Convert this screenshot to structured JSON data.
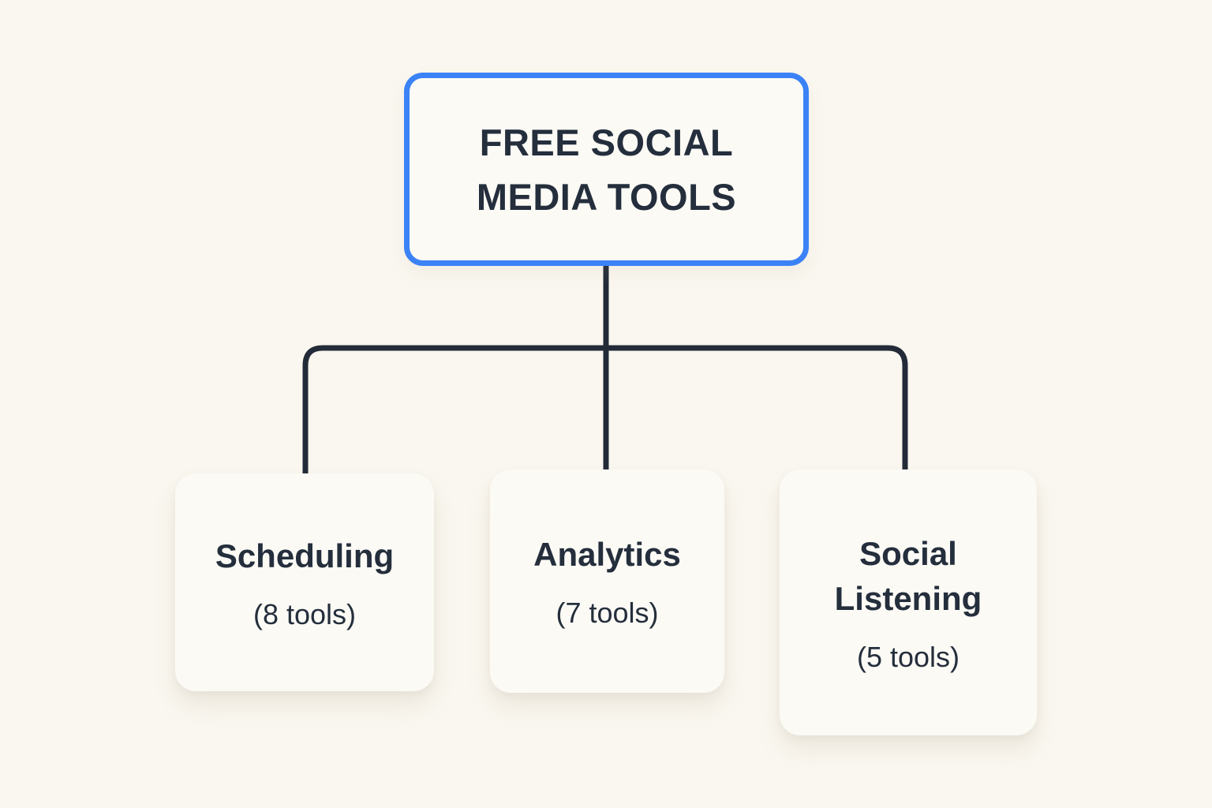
{
  "diagram": {
    "root": {
      "label": "FREE SOCIAL MEDIA TOOLS"
    },
    "children": [
      {
        "label": "Scheduling",
        "count": "(8 tools)"
      },
      {
        "label": "Analytics",
        "count": "(7 tools)"
      },
      {
        "label": "Social Listening",
        "count": "(5 tools)"
      }
    ],
    "colors": {
      "background": "#faf7f0",
      "card_fill": "#fcfaf5",
      "root_border": "#3b82f6",
      "connector": "#232b38",
      "text": "#242e3c"
    }
  }
}
